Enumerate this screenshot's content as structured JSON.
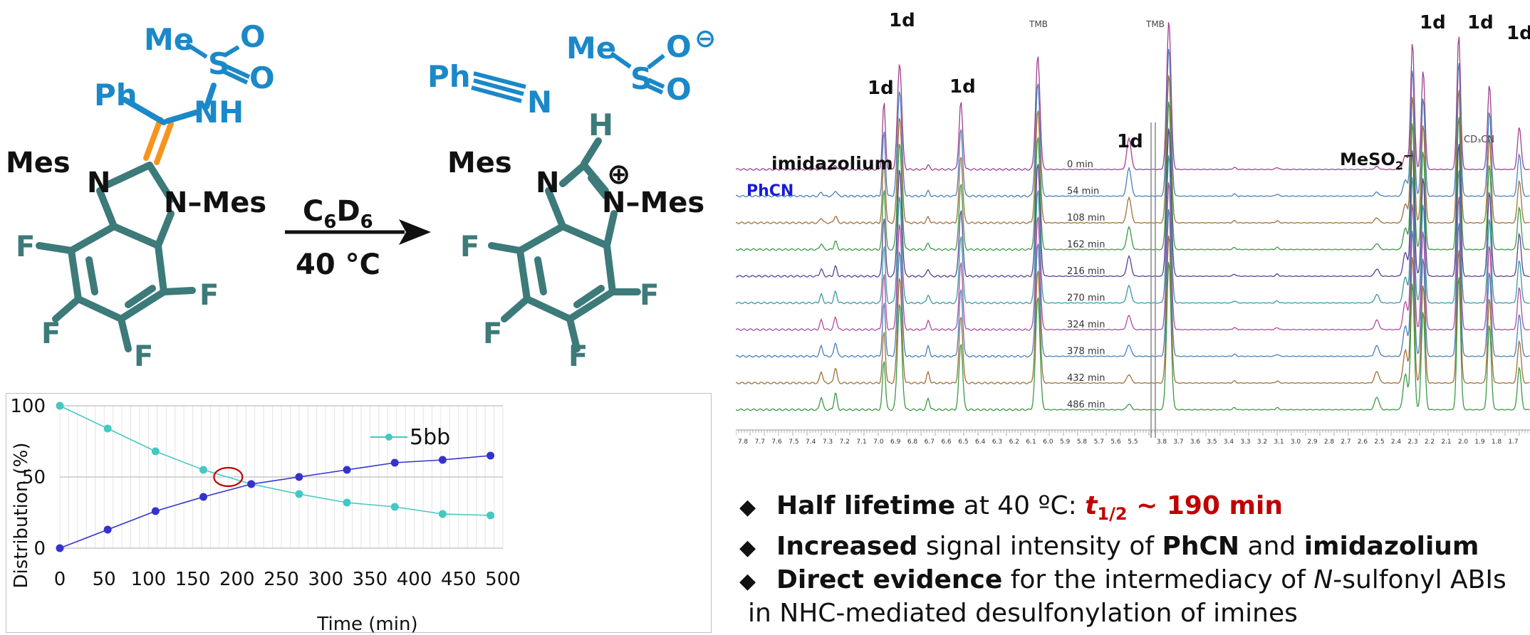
{
  "scheme": {
    "me": "Me",
    "s": "S",
    "o": "O",
    "nh": "NH",
    "ph": "Ph",
    "mes": "Mes",
    "n": "N",
    "n_mes": "N–Mes",
    "f": "F",
    "h": "H",
    "minus": "⊖",
    "plus": "⊕",
    "solvent_main": "C",
    "solvent_sub1": "6",
    "solvent_mid": "D",
    "solvent_sub2": "6",
    "temperature": "40 °C"
  },
  "kinetics_plot": {
    "ylabel": "Distribution (%)",
    "xlabel": "Time (min)",
    "legend": "5bb",
    "x_ticks": [
      "0",
      "50",
      "100",
      "150",
      "200",
      "250",
      "300",
      "350",
      "400",
      "450",
      "500"
    ],
    "y_ticks": [
      "0",
      "50",
      "100"
    ]
  },
  "chart_data": {
    "type": "line",
    "xlabel": "Time (min)",
    "ylabel": "Distribution (%)",
    "xlim": [
      0,
      500
    ],
    "ylim": [
      0,
      100
    ],
    "grid": true,
    "legend_position": "top-right",
    "series": [
      {
        "name": "5bb",
        "color": "#45c8c4",
        "x": [
          0,
          54,
          108,
          162,
          216,
          270,
          324,
          378,
          432,
          486
        ],
        "y": [
          100,
          84,
          68,
          55,
          45,
          38,
          32,
          29,
          24,
          23
        ]
      },
      {
        "name": "",
        "color": "#3333cc",
        "x": [
          0,
          54,
          108,
          162,
          216,
          270,
          324,
          378,
          432,
          486
        ],
        "y": [
          0,
          13,
          26,
          36,
          45,
          50,
          55,
          60,
          62,
          65
        ]
      }
    ],
    "highlight": {
      "x": 190,
      "y": 50,
      "color": "#c00000"
    }
  },
  "nmr": {
    "time_labels": [
      "0 min",
      "54 min",
      "108 min",
      "162 min",
      "216 min",
      "270 min",
      "324 min",
      "378 min",
      "432 min",
      "486 min"
    ],
    "trace_colors": [
      "#a0408f",
      "#4a7fb8",
      "#a0703a",
      "#3b9a45",
      "#5a3f95",
      "#3a9aa0",
      "#b04ca0",
      "#4a7fb8",
      "#a0703a",
      "#3b9a45"
    ],
    "peak_label_1d": "1d",
    "tmb_label": "TMB",
    "imidazolium_label": "imidazolium",
    "phcn_label": "PhCN",
    "mesylate_label_main": "MeSO",
    "mesylate_label_sub": "2",
    "mesylate_label_sup": "−",
    "cd3cn_label": "CD₃CN",
    "ppm_ticks_left": [
      "7.8",
      "7.7",
      "7.6",
      "7.5",
      "7.4",
      "7.3",
      "7.2",
      "7.1",
      "7.0",
      "6.9",
      "6.8",
      "6.7",
      "6.6",
      "6.5",
      "6.4",
      "6.3",
      "6.2",
      "6.1",
      "6.0",
      "5.9",
      "5.8",
      "5.7",
      "5.6",
      "5.5"
    ],
    "ppm_ticks_right": [
      "3.8",
      "3.7",
      "3.6",
      "3.5",
      "3.4",
      "3.3",
      "3.2",
      "3.1",
      "3.0",
      "2.9",
      "2.8",
      "2.7",
      "2.6",
      "2.5",
      "2.4",
      "2.3",
      "2.2",
      "2.1",
      "2.0",
      "1.9",
      "1.8",
      "1.7"
    ]
  },
  "bullets": {
    "b1_bold": "Half lifetime",
    "b1_text": " at 40 ºC: ",
    "b1_red": "t",
    "b1_red_sub": "1/2",
    "b1_red_rest": " ~ 190 min",
    "b2_bold1": "Increased",
    "b2_text1": " signal intensity of ",
    "b2_bold2": "PhCN",
    "b2_text2": " and ",
    "b2_bold3": "imidazolium",
    "b3_bold": "Direct evidence",
    "b3_text1": " for the intermediacy of ",
    "b3_italic": "N",
    "b3_text2": "-sulfonyl ABIs",
    "b3_line2": "in NHC-mediated desulfonylation of imines"
  }
}
